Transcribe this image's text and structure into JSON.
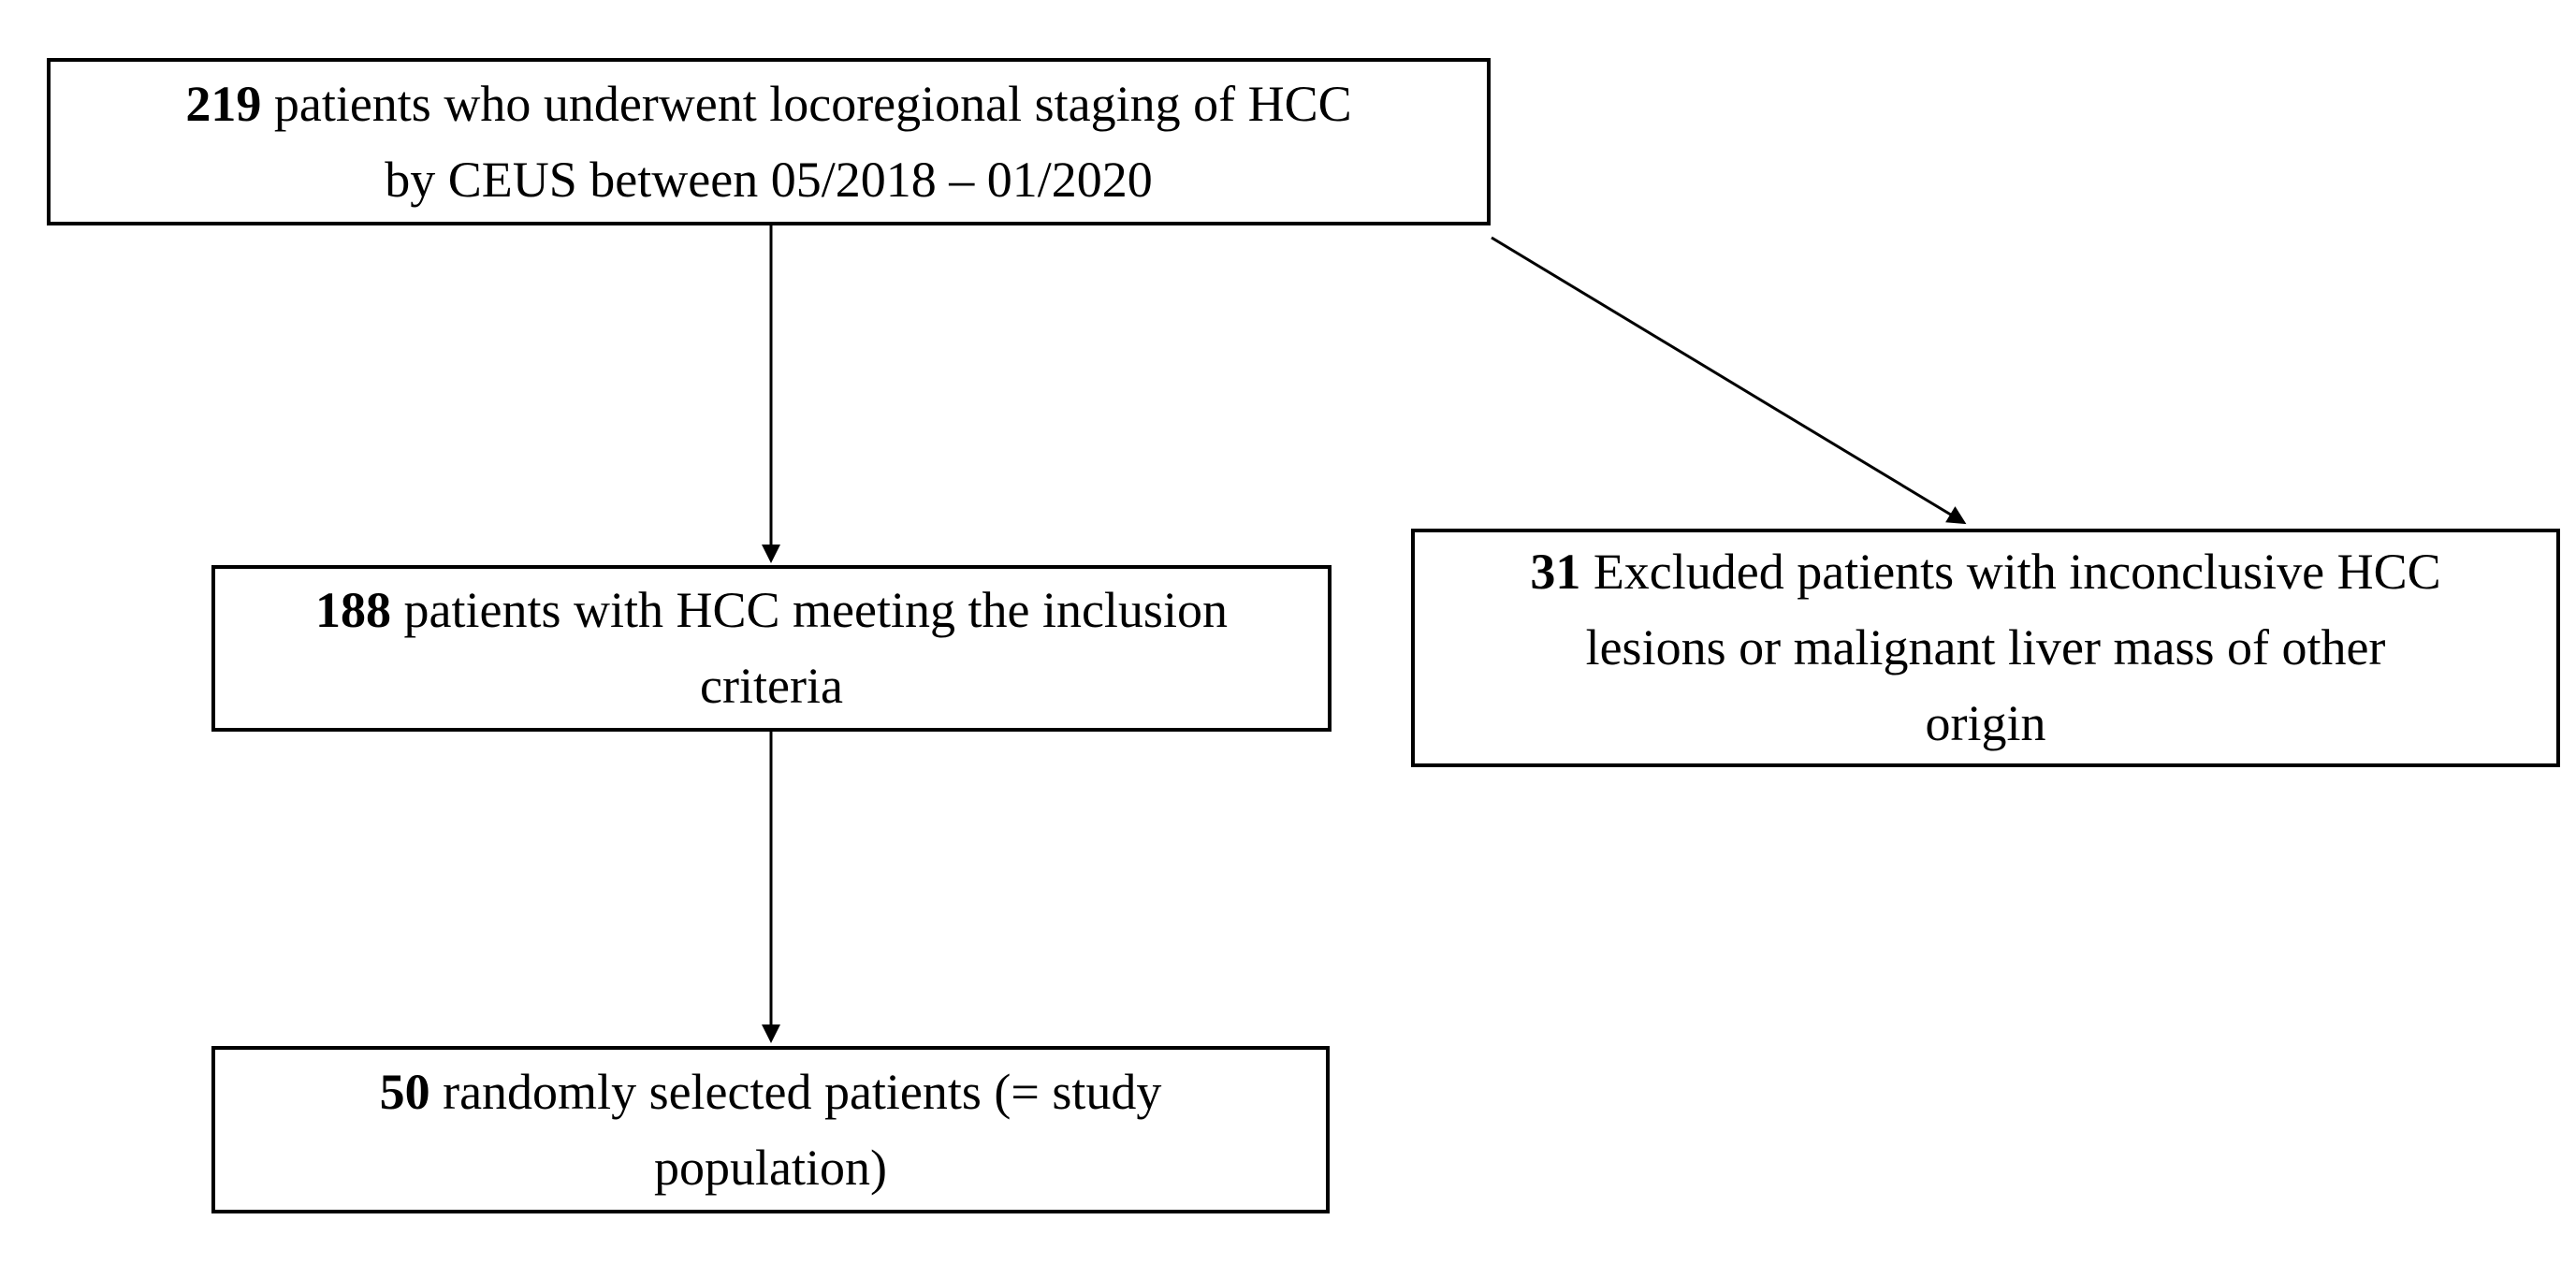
{
  "figure": {
    "kind": "patient-flow-diagram",
    "background_color": "#ffffff",
    "border_color": "#000000",
    "text_color": "#000000",
    "nodes": [
      {
        "id": "screened",
        "number": "219",
        "lines": [
          "patients who underwent locoregional staging of HCC",
          "by CEUS between 05/2018 – 01/2020"
        ]
      },
      {
        "id": "included",
        "number": "188",
        "lines": [
          "patients with HCC meeting the inclusion",
          "criteria"
        ]
      },
      {
        "id": "excluded",
        "number": "31",
        "lines": [
          "Excluded patients with inconclusive HCC",
          "lesions or malignant liver mass of other",
          "origin"
        ]
      },
      {
        "id": "study-population",
        "number": "50",
        "lines": [
          "randomly selected patients (= study",
          "population)"
        ]
      }
    ],
    "arrows": [
      {
        "from": "screened",
        "to": "included",
        "style": "straight-down"
      },
      {
        "from": "screened",
        "to": "excluded",
        "style": "diagonal-down-right"
      },
      {
        "from": "included",
        "to": "study-population",
        "style": "straight-down"
      }
    ]
  }
}
